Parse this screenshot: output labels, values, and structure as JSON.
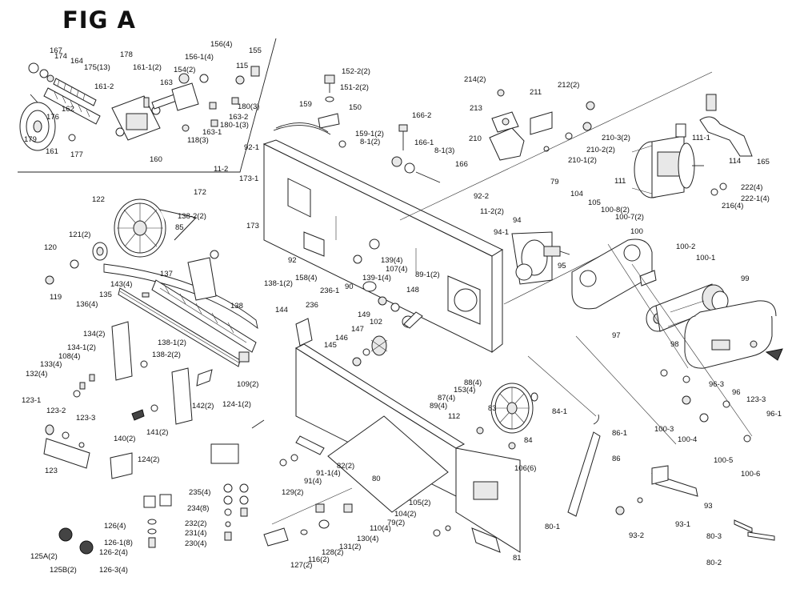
{
  "figure_title": "FIG A",
  "callouts": [
    {
      "id": "c167",
      "text": "167"
    },
    {
      "id": "c174",
      "text": "174"
    },
    {
      "id": "c164",
      "text": "164"
    },
    {
      "id": "c175",
      "text": "175(13)"
    },
    {
      "id": "c178",
      "text": "178"
    },
    {
      "id": "c161_1",
      "text": "161-1(2)"
    },
    {
      "id": "c161_2",
      "text": "161-2"
    },
    {
      "id": "c163",
      "text": "163"
    },
    {
      "id": "c162",
      "text": "162"
    },
    {
      "id": "c176",
      "text": "176"
    },
    {
      "id": "c179",
      "text": "179"
    },
    {
      "id": "c161",
      "text": "161"
    },
    {
      "id": "c177",
      "text": "177"
    },
    {
      "id": "c160",
      "text": "160"
    },
    {
      "id": "c154",
      "text": "154(2)"
    },
    {
      "id": "c156_1",
      "text": "156-1(4)"
    },
    {
      "id": "c156",
      "text": "156(4)"
    },
    {
      "id": "c155",
      "text": "155"
    },
    {
      "id": "c115",
      "text": "115"
    },
    {
      "id": "c180_3",
      "text": "180(3)"
    },
    {
      "id": "c163_2",
      "text": "163-2"
    },
    {
      "id": "c180_1",
      "text": "180-1(3)"
    },
    {
      "id": "c163_1",
      "text": "163-1"
    },
    {
      "id": "c118",
      "text": "118(3)"
    },
    {
      "id": "c152_2",
      "text": "152-2(2)"
    },
    {
      "id": "c151_2",
      "text": "151-2(2)"
    },
    {
      "id": "c150",
      "text": "150"
    },
    {
      "id": "c159",
      "text": "159"
    },
    {
      "id": "c159_1",
      "text": "159-1(2)"
    },
    {
      "id": "c8_1_2",
      "text": "8-1(2)"
    },
    {
      "id": "c166_2",
      "text": "166-2"
    },
    {
      "id": "c166_1",
      "text": "166-1"
    },
    {
      "id": "c8_1_3",
      "text": "8-1(3)"
    },
    {
      "id": "c166",
      "text": "166"
    },
    {
      "id": "c214",
      "text": "214(2)"
    },
    {
      "id": "c211",
      "text": "211"
    },
    {
      "id": "c212",
      "text": "212(2)"
    },
    {
      "id": "c213",
      "text": "213"
    },
    {
      "id": "c210",
      "text": "210"
    },
    {
      "id": "c210_3",
      "text": "210-3(2)"
    },
    {
      "id": "c210_2",
      "text": "210-2(2)"
    },
    {
      "id": "c210_1",
      "text": "210-1(2)"
    },
    {
      "id": "c111_1",
      "text": "111-1"
    },
    {
      "id": "c165",
      "text": "165"
    },
    {
      "id": "c111",
      "text": "111"
    },
    {
      "id": "c114",
      "text": "114"
    },
    {
      "id": "c222",
      "text": "222(4)"
    },
    {
      "id": "c222_1",
      "text": "222-1(4)"
    },
    {
      "id": "c216",
      "text": "216(4)"
    },
    {
      "id": "c92_1",
      "text": "92-1"
    },
    {
      "id": "c11_2",
      "text": "11-2"
    },
    {
      "id": "c173_1",
      "text": "173-1"
    },
    {
      "id": "c172",
      "text": "172"
    },
    {
      "id": "c122",
      "text": "122"
    },
    {
      "id": "c138_2",
      "text": "138-2(2)"
    },
    {
      "id": "c85",
      "text": "85"
    },
    {
      "id": "c173",
      "text": "173"
    },
    {
      "id": "c121",
      "text": "121(2)"
    },
    {
      "id": "c120",
      "text": "120"
    },
    {
      "id": "c119",
      "text": "119"
    },
    {
      "id": "c137",
      "text": "137"
    },
    {
      "id": "c143",
      "text": "143(4)"
    },
    {
      "id": "c136",
      "text": "136(4)"
    },
    {
      "id": "c135",
      "text": "135"
    },
    {
      "id": "c138",
      "text": "138"
    },
    {
      "id": "c138_1",
      "text": "138-1(2)"
    },
    {
      "id": "c92",
      "text": "92"
    },
    {
      "id": "c158",
      "text": "158(4)"
    },
    {
      "id": "c236_1",
      "text": "236-1"
    },
    {
      "id": "c236",
      "text": "236"
    },
    {
      "id": "c139",
      "text": "139(4)"
    },
    {
      "id": "c107",
      "text": "107(4)"
    },
    {
      "id": "c139_1",
      "text": "139-1(4)"
    },
    {
      "id": "c89_1",
      "text": "89-1(2)"
    },
    {
      "id": "c90",
      "text": "90"
    },
    {
      "id": "c148",
      "text": "148"
    },
    {
      "id": "c149",
      "text": "149"
    },
    {
      "id": "c102",
      "text": "102"
    },
    {
      "id": "c92_2",
      "text": "92-2"
    },
    {
      "id": "c11_2b",
      "text": "11-2(2)"
    },
    {
      "id": "c94",
      "text": "94"
    },
    {
      "id": "c94_1",
      "text": "94-1"
    },
    {
      "id": "c79",
      "text": "79"
    },
    {
      "id": "c104",
      "text": "104"
    },
    {
      "id": "c105",
      "text": "105"
    },
    {
      "id": "c100_8",
      "text": "100-8(2)"
    },
    {
      "id": "c100_7",
      "text": "100-7(2)"
    },
    {
      "id": "c100",
      "text": "100"
    },
    {
      "id": "c100_2",
      "text": "100-2"
    },
    {
      "id": "c100_1",
      "text": "100-1"
    },
    {
      "id": "c95",
      "text": "95"
    },
    {
      "id": "c99",
      "text": "99"
    },
    {
      "id": "c97",
      "text": "97"
    },
    {
      "id": "c98",
      "text": "98"
    },
    {
      "id": "c96_3",
      "text": "96-3"
    },
    {
      "id": "c96",
      "text": "96"
    },
    {
      "id": "c123_3",
      "text": "123-3"
    },
    {
      "id": "c96_1",
      "text": "96-1"
    },
    {
      "id": "c144",
      "text": "144"
    },
    {
      "id": "c147",
      "text": "147"
    },
    {
      "id": "c146",
      "text": "146"
    },
    {
      "id": "c145",
      "text": "145"
    },
    {
      "id": "c134",
      "text": "134(2)"
    },
    {
      "id": "c134_1",
      "text": "134-1(2)"
    },
    {
      "id": "c108",
      "text": "108(4)"
    },
    {
      "id": "c133",
      "text": "133(4)"
    },
    {
      "id": "c132",
      "text": "132(4)"
    },
    {
      "id": "c138_1b",
      "text": "138-1(2)"
    },
    {
      "id": "c138_2b",
      "text": "138-2(2)"
    },
    {
      "id": "c109",
      "text": "109(2)"
    },
    {
      "id": "c88",
      "text": "88(4)"
    },
    {
      "id": "c153",
      "text": "153(4)"
    },
    {
      "id": "c87",
      "text": "87(4)"
    },
    {
      "id": "c89",
      "text": "89(4)"
    },
    {
      "id": "c84_1",
      "text": "84-1"
    },
    {
      "id": "c83",
      "text": "83"
    },
    {
      "id": "c112",
      "text": "112"
    },
    {
      "id": "c84",
      "text": "84"
    },
    {
      "id": "c86_1",
      "text": "86-1"
    },
    {
      "id": "c86",
      "text": "86"
    },
    {
      "id": "c106",
      "text": "106(6)"
    },
    {
      "id": "c100_3",
      "text": "100-3"
    },
    {
      "id": "c100_4",
      "text": "100-4"
    },
    {
      "id": "c100_5",
      "text": "100-5"
    },
    {
      "id": "c100_6",
      "text": "100-6"
    },
    {
      "id": "c123_1",
      "text": "123-1"
    },
    {
      "id": "c123_2",
      "text": "123-2"
    },
    {
      "id": "c123_3b",
      "text": "123-3"
    },
    {
      "id": "c123",
      "text": "123"
    },
    {
      "id": "c140",
      "text": "140(2)"
    },
    {
      "id": "c141",
      "text": "141(2)"
    },
    {
      "id": "c142",
      "text": "142(2)"
    },
    {
      "id": "c124_1",
      "text": "124-1(2)"
    },
    {
      "id": "c124",
      "text": "124(2)"
    },
    {
      "id": "c82",
      "text": "82(2)"
    },
    {
      "id": "c91_1",
      "text": "91-1(4)"
    },
    {
      "id": "c91",
      "text": "91(4)"
    },
    {
      "id": "c80",
      "text": "80"
    },
    {
      "id": "c126",
      "text": "126(4)"
    },
    {
      "id": "c126_1",
      "text": "126-1(8)"
    },
    {
      "id": "c126_2",
      "text": "126-2(4)"
    },
    {
      "id": "c126_3",
      "text": "126-3(4)"
    },
    {
      "id": "c125a",
      "text": "125A(2)"
    },
    {
      "id": "c125b",
      "text": "125B(2)"
    },
    {
      "id": "c235",
      "text": "235(4)"
    },
    {
      "id": "c234",
      "text": "234(8)"
    },
    {
      "id": "c232",
      "text": "232(2)"
    },
    {
      "id": "c231",
      "text": "231(4)"
    },
    {
      "id": "c230",
      "text": "230(4)"
    },
    {
      "id": "c129",
      "text": "129(2)"
    },
    {
      "id": "c105b",
      "text": "105(2)"
    },
    {
      "id": "c104b",
      "text": "104(2)"
    },
    {
      "id": "c79b",
      "text": "79(2)"
    },
    {
      "id": "c110",
      "text": "110(4)"
    },
    {
      "id": "c130",
      "text": "130(4)"
    },
    {
      "id": "c131",
      "text": "131(2)"
    },
    {
      "id": "c128",
      "text": "128(2)"
    },
    {
      "id": "c116",
      "text": "116(2)"
    },
    {
      "id": "c127",
      "text": "127(2)"
    },
    {
      "id": "c80_1",
      "text": "80-1"
    },
    {
      "id": "c81",
      "text": "81"
    },
    {
      "id": "c93",
      "text": "93"
    },
    {
      "id": "c93_1",
      "text": "93-1"
    },
    {
      "id": "c93_2",
      "text": "93-2"
    },
    {
      "id": "c80_3",
      "text": "80-3"
    },
    {
      "id": "c80_2",
      "text": "80-2"
    }
  ]
}
